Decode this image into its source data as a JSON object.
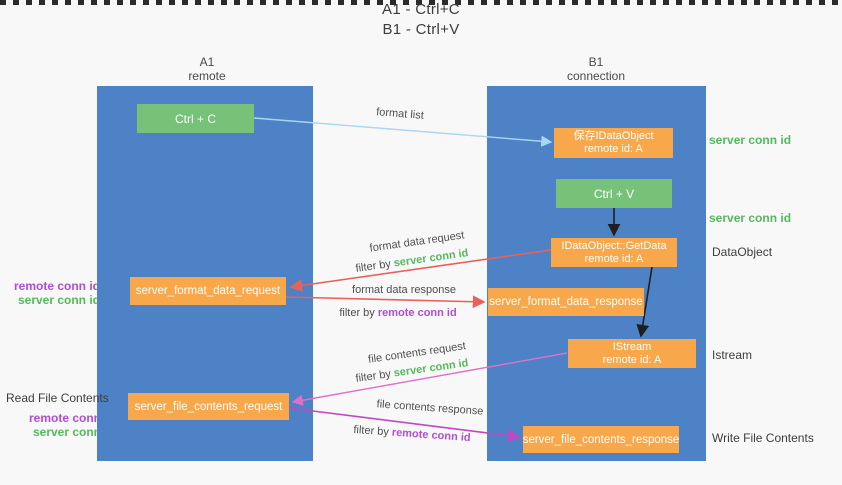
{
  "title": {
    "line1": "A1 - Ctrl+C",
    "line2": "B1 - Ctrl+V"
  },
  "lanes": {
    "a1": {
      "name": "A1",
      "subtitle": "remote"
    },
    "b1": {
      "name": "B1",
      "subtitle": "connection"
    }
  },
  "nodes": {
    "ctrl_c": "Ctrl + C",
    "ctrl_v": "Ctrl + V",
    "save_idataobject": {
      "line1": "保存IDataObject",
      "line2": "remote id: A"
    },
    "getdata": {
      "line1": "IDataObject::GetData",
      "line2": "remote id: A"
    },
    "istream": {
      "line1": "IStream",
      "line2": "remote id: A"
    },
    "format_request": "server_format_data_request",
    "format_response": "server_format_data_response",
    "file_request": "server_file_contents_request",
    "file_response": "server_file_contents_response"
  },
  "arrows": {
    "format_list": {
      "label": "format list"
    },
    "format_data_request": {
      "label": "format data request",
      "filter_prefix": "filter by ",
      "filter_key": "server conn id"
    },
    "format_data_response": {
      "label": "format data response",
      "filter_prefix": "filter by ",
      "filter_key": "remote conn id"
    },
    "file_contents_request": {
      "label": "file contents request",
      "filter_prefix": "filter by ",
      "filter_key": "server conn id"
    },
    "file_contents_response": {
      "label": "file contents response",
      "filter_prefix": "filter by ",
      "filter_key": "remote conn id"
    }
  },
  "annotations": {
    "right_server_conn_top": "server conn id",
    "right_server_conn_mid": "server conn id",
    "dataobject": "DataObject",
    "istream": "Istream",
    "write_file_contents": "Write File Contents",
    "read_file_contents": "Read File Contents",
    "left_top": {
      "remote": "remote conn id",
      "server": "server conn id"
    },
    "left_bottom": {
      "remote": "remote conn id",
      "server": "server conn id"
    }
  },
  "colors": {
    "lane": "#4d82c6",
    "green_box": "#75c278",
    "orange_box": "#f8a84b",
    "arrow_blue": "#a9d7f2",
    "arrow_red": "#e8625a",
    "arrow_black": "#1f1f1f",
    "arrow_pink": "#e06fca",
    "arrow_magenta": "#bf48c4",
    "text_green": "#55b95d",
    "text_purple": "#ad4fd1",
    "text_dark": "#3d3d3d",
    "bg": "#f8f8f8"
  }
}
